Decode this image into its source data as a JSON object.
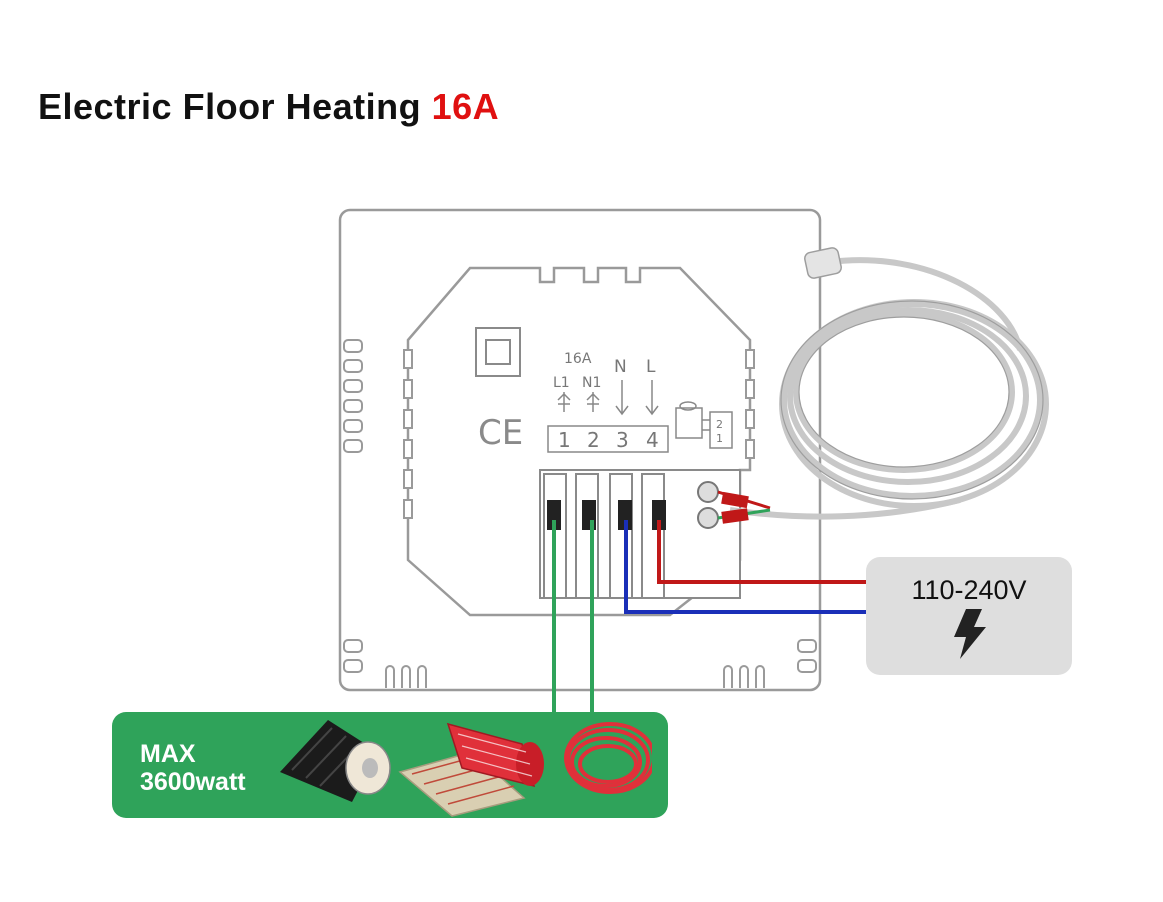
{
  "title": {
    "main": "Electric Floor Heating",
    "accent": "16A"
  },
  "terminals": {
    "rating": "16A",
    "labels": [
      "L1",
      "N1",
      "N",
      "L"
    ],
    "numbers": [
      "1",
      "2",
      "3",
      "4"
    ],
    "sensor_numbers": [
      "2",
      "1"
    ]
  },
  "supply": {
    "voltage": "110-240V",
    "icon": "lightning-bolt-icon"
  },
  "load": {
    "line1": "MAX",
    "line2": "3600watt"
  },
  "colors": {
    "title_accent": "#e01010",
    "live_wire": "#c01818",
    "neutral_wire": "#1a2fb8",
    "load_wire": "#2fa35a",
    "load_panel": "#2fa35a",
    "supply_panel": "#dedede"
  }
}
